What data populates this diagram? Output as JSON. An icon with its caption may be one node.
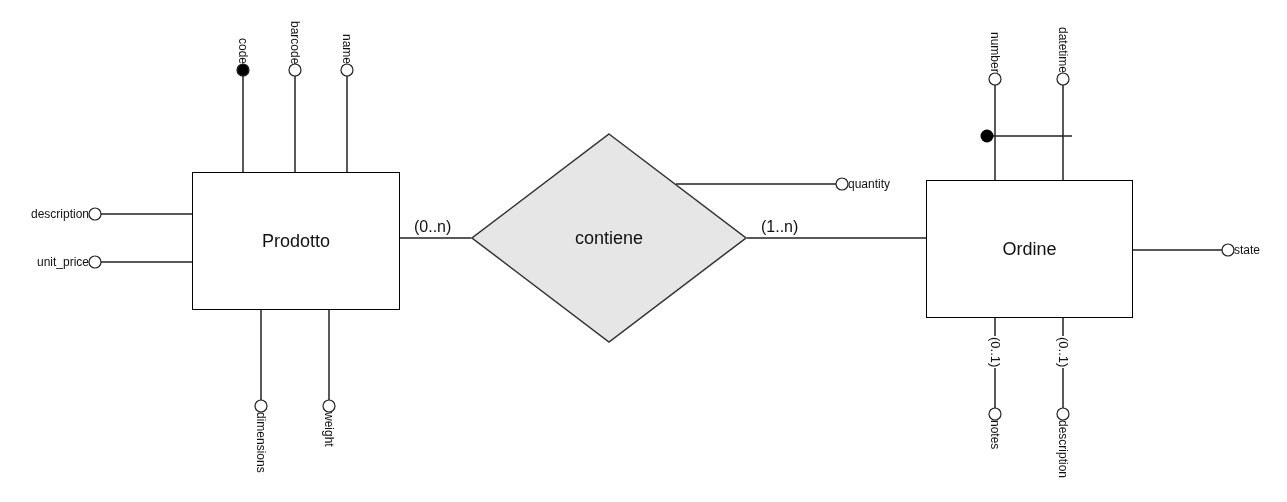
{
  "diagram": {
    "nodes": [
      {
        "text": [
          "Prodotto"
        ]
      },
      {
        "text": [
          "contiene"
        ]
      },
      {
        "text": [
          "Ordine"
        ]
      },
      {
        "text": [
          "code"
        ]
      },
      {
        "text": [
          "barcode"
        ]
      },
      {
        "text": [
          "name"
        ]
      },
      {
        "text": [
          "description"
        ]
      },
      {
        "text": [
          "unit_price"
        ]
      },
      {
        "text": [
          "dimensions"
        ]
      },
      {
        "text": [
          "weight"
        ]
      },
      {
        "text": [
          "quantity"
        ]
      },
      {
        "text": [
          "number"
        ]
      },
      {
        "text": [
          "datetime"
        ]
      },
      {
        "text": [
          "state"
        ]
      },
      {
        "text": [
          "notes"
        ]
      },
      {
        "text": [
          "description"
        ]
      }
    ],
    "edges": [
      {
        "from": 0,
        "to": 1,
        "arrow": "none",
        "label": "(0..n)"
      },
      {
        "from": 1,
        "to": 2,
        "arrow": "none",
        "label": "(1..n)"
      },
      {
        "from": 0,
        "to": 3,
        "arrow": "other"
      },
      {
        "from": 0,
        "to": 4,
        "arrow": "other"
      },
      {
        "from": 0,
        "to": 5,
        "arrow": "other"
      },
      {
        "from": 0,
        "to": 6,
        "arrow": "other"
      },
      {
        "from": 0,
        "to": 7,
        "arrow": "other"
      },
      {
        "from": 0,
        "to": 8,
        "arrow": "other"
      },
      {
        "from": 0,
        "to": 9,
        "arrow": "other"
      },
      {
        "from": 1,
        "to": 10,
        "arrow": "other"
      },
      {
        "from": 2,
        "to": 11,
        "arrow": "other"
      },
      {
        "from": 2,
        "to": 12,
        "arrow": "other"
      },
      {
        "from": 2,
        "to": 13,
        "arrow": "other"
      },
      {
        "from": 2,
        "to": 14,
        "arrow": "other",
        "label": "(0..1)"
      },
      {
        "from": 2,
        "to": 15,
        "arrow": "other",
        "label": "(0..1)"
      }
    ]
  }
}
